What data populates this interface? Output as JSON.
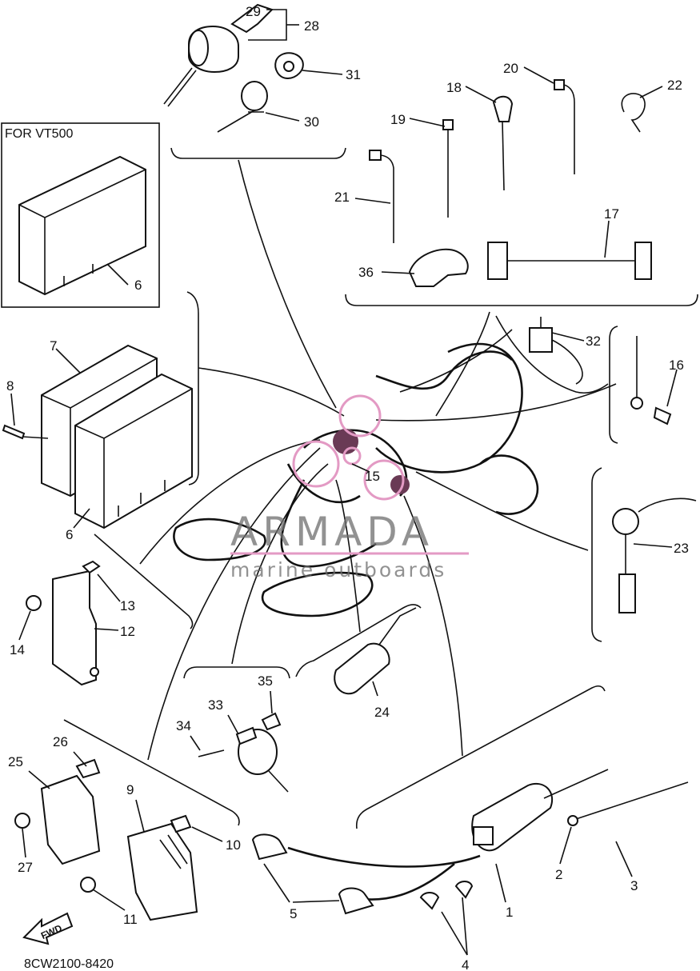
{
  "inset_label": "FOR VT500",
  "drawing_code": "8CW2100-8420",
  "fwd_label": "FWD",
  "watermark": {
    "line1": "ARMADA",
    "line2": "marine outboards",
    "color": "#e39ac4"
  },
  "callouts": {
    "n1": "1",
    "n2": "2",
    "n3": "3",
    "n4": "4",
    "n5": "5",
    "n6a": "6",
    "n6b": "6",
    "n7": "7",
    "n8": "8",
    "n9": "9",
    "n10": "10",
    "n11": "11",
    "n12": "12",
    "n13": "13",
    "n14": "14",
    "n15": "15",
    "n16": "16",
    "n17": "17",
    "n18": "18",
    "n19": "19",
    "n20": "20",
    "n21": "21",
    "n22": "22",
    "n23": "23",
    "n24": "24",
    "n25": "25",
    "n26": "26",
    "n27": "27",
    "n28": "28",
    "n29": "29",
    "n30": "30",
    "n31": "31",
    "n32": "32",
    "n33": "33",
    "n34": "34",
    "n35": "35",
    "n36": "36"
  }
}
